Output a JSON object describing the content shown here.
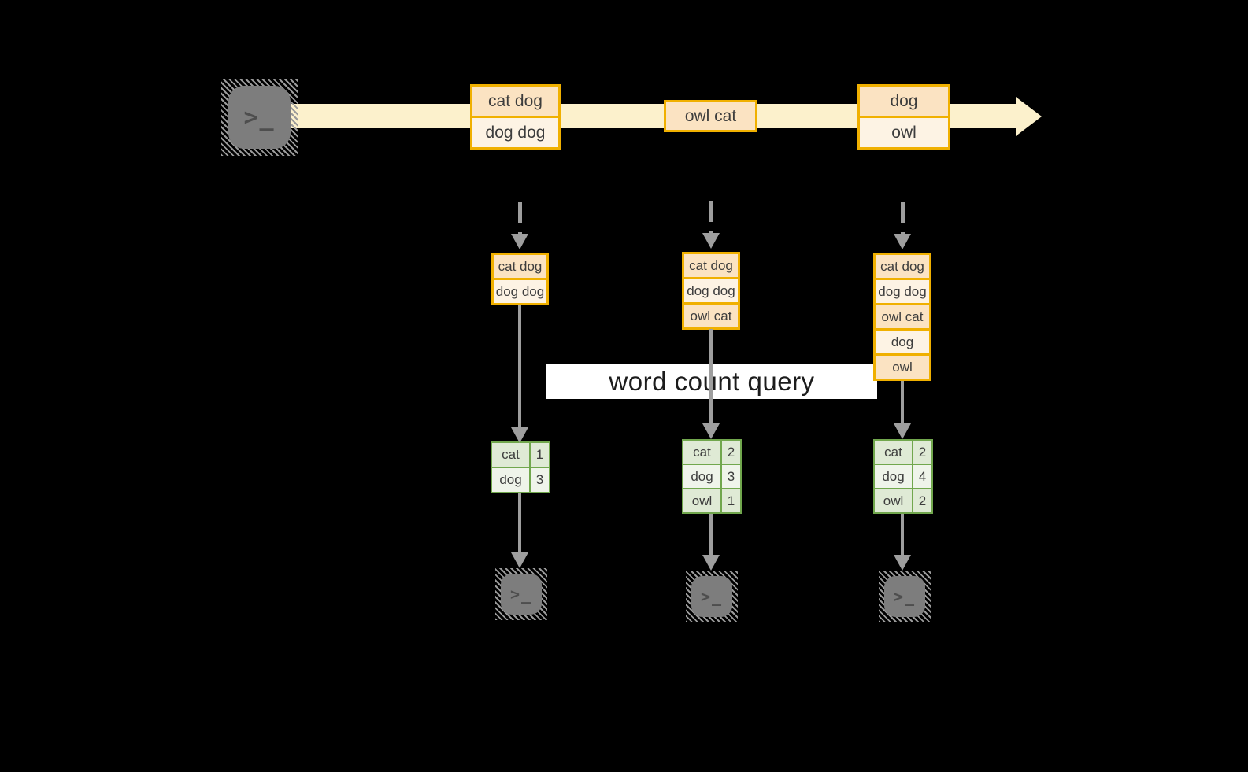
{
  "banner": {
    "label": "word count query"
  },
  "icons": {
    "terminal_prompt": ">_"
  },
  "stream": {
    "events": [
      {
        "lines": [
          "cat dog",
          "dog dog"
        ]
      },
      {
        "lines": [
          "owl cat"
        ]
      },
      {
        "lines": [
          "dog",
          "owl"
        ]
      }
    ]
  },
  "columns": [
    {
      "stack": [
        "cat dog",
        "dog dog"
      ],
      "counts": [
        {
          "word": "cat",
          "count": "1"
        },
        {
          "word": "dog",
          "count": "3"
        }
      ]
    },
    {
      "stack": [
        "cat dog",
        "dog dog",
        "owl cat"
      ],
      "counts": [
        {
          "word": "cat",
          "count": "2"
        },
        {
          "word": "dog",
          "count": "3"
        },
        {
          "word": "owl",
          "count": "1"
        }
      ]
    },
    {
      "stack": [
        "cat dog",
        "dog dog",
        "owl cat",
        "dog",
        "owl"
      ],
      "counts": [
        {
          "word": "cat",
          "count": "2"
        },
        {
          "word": "dog",
          "count": "4"
        },
        {
          "word": "owl",
          "count": "2"
        }
      ]
    }
  ],
  "colors": {
    "background": "#000000",
    "stream_band": "#FCF1CC",
    "event_border": "#F0B000",
    "event_cell_dark": "#FBE3C2",
    "event_cell_light": "#FDF3E4",
    "table_border": "#71A74D",
    "table_cell_dark": "#DFEAD5",
    "table_cell_light": "#EFF4EA",
    "connector_gray": "#9E9E9E",
    "banner_bg": "#FFFFFF"
  }
}
